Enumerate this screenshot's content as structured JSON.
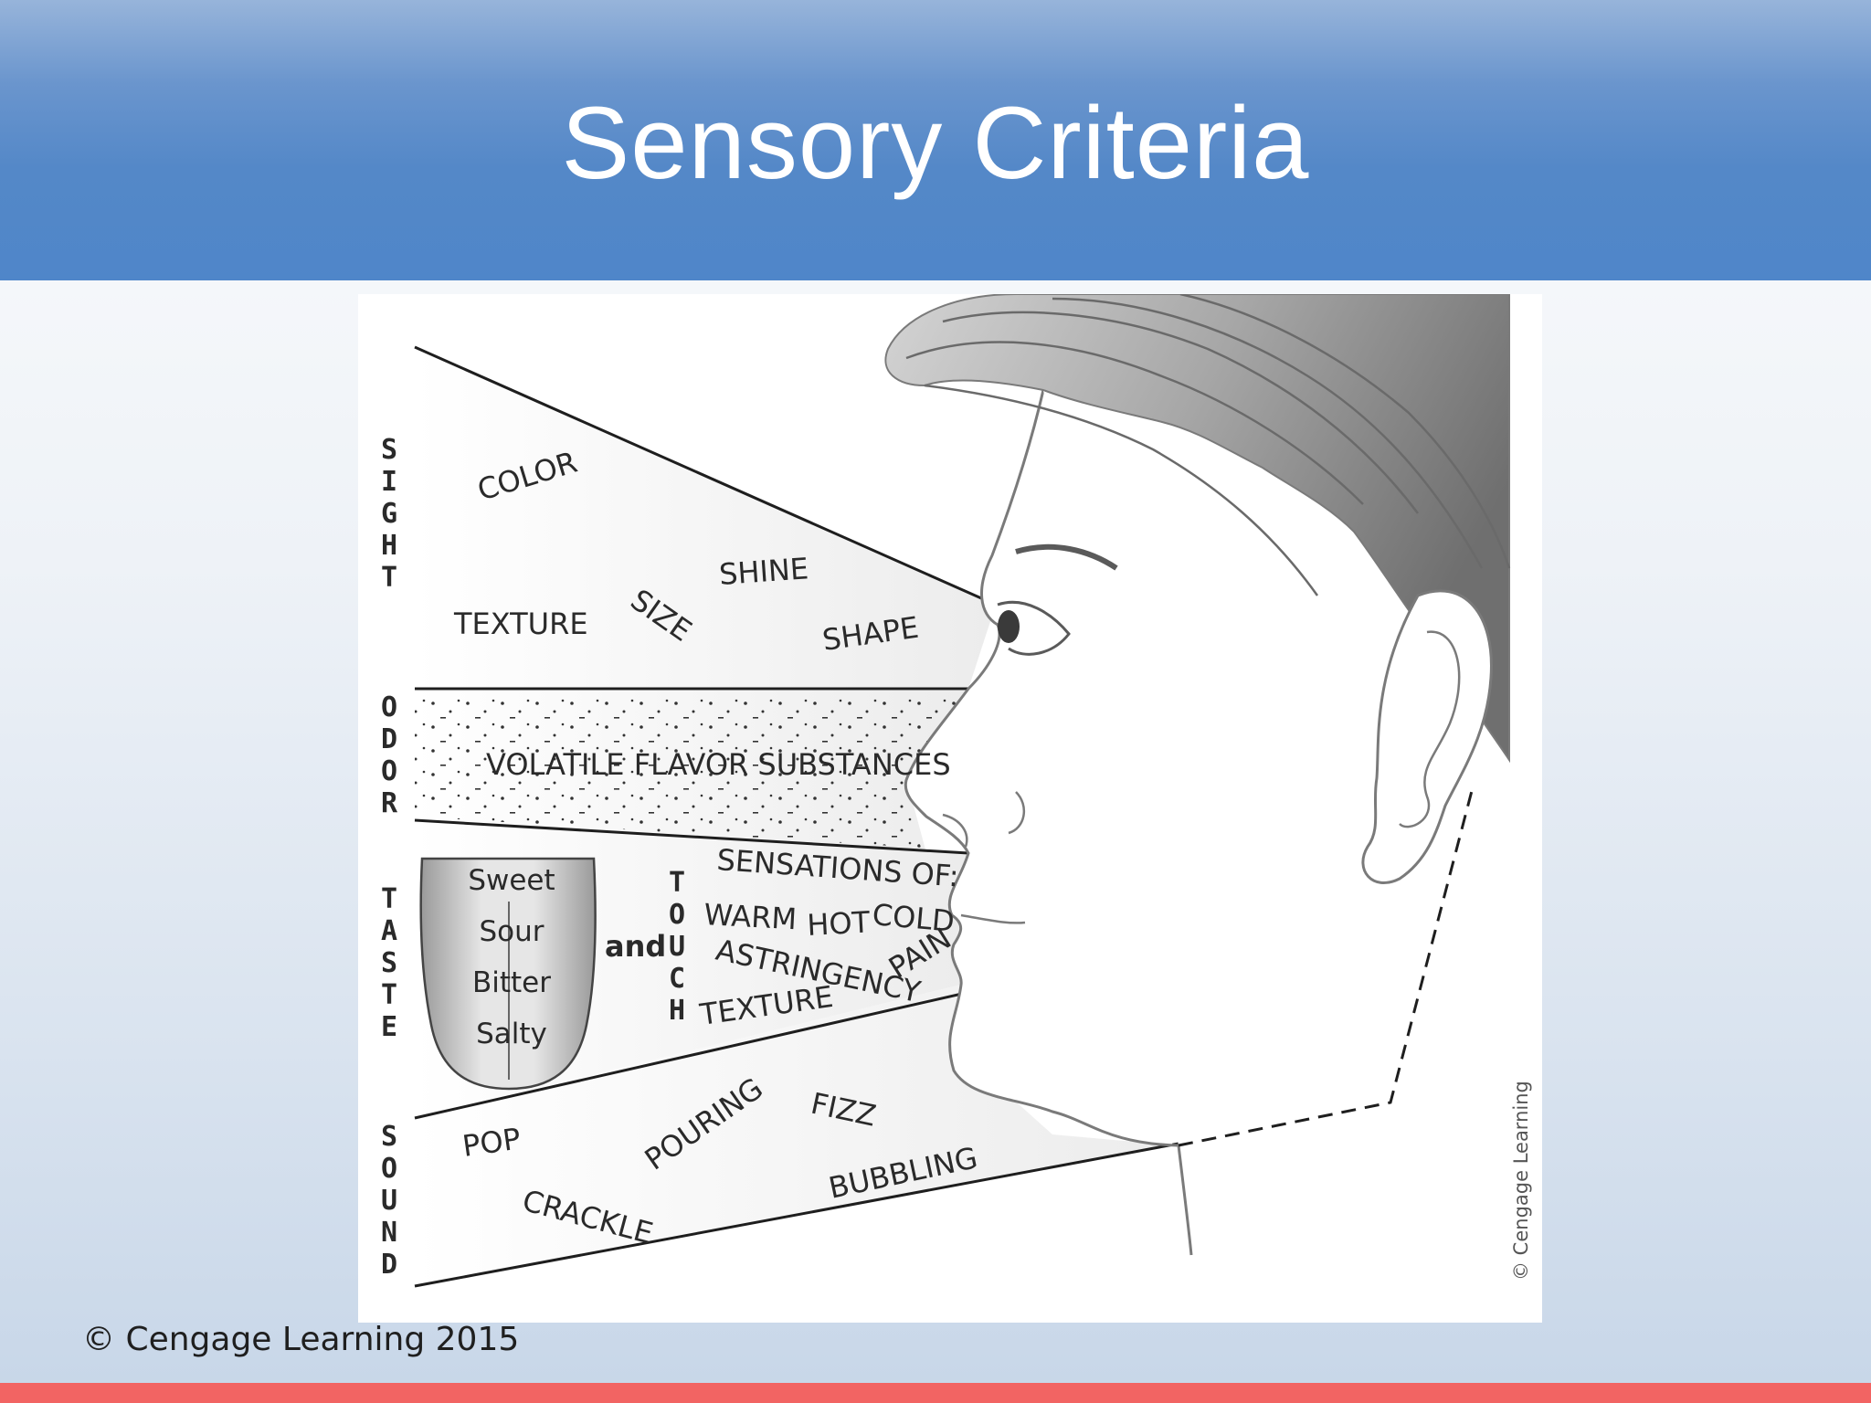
{
  "slide": {
    "title": "Sensory Criteria",
    "copyright": "© Cengage Learning 2015"
  },
  "figure": {
    "credit": "© Cengage Learning",
    "senses": {
      "sight": "SIGHT",
      "odor": "ODOR",
      "taste": "TASTE",
      "touch": "TOUCH",
      "sound": "SOUND"
    },
    "sight_labels": {
      "color": "COLOR",
      "shine": "SHINE",
      "texture": "TEXTURE",
      "size": "SIZE",
      "shape": "SHAPE"
    },
    "odor_label": "VOLATILE FLAVOR SUBSTANCES",
    "tongue": [
      "Sweet",
      "Sour",
      "Bitter",
      "Salty"
    ],
    "and_label": "and",
    "touch_labels": {
      "heading": "SENSATIONS OF:",
      "warm": "WARM",
      "hot": "HOT",
      "cold": "COLD",
      "astringency": "ASTRINGENCY",
      "pain": "PAIN",
      "texture": "TEXTURE"
    },
    "sound_labels": {
      "pop": "POP",
      "crackle": "CRACKLE",
      "pouring": "POURING",
      "fizz": "FIZZ",
      "bubbling": "BUBBLING"
    },
    "colors": {
      "header": "#5488c8",
      "accent_bar": "#f26463",
      "line": "#1e1e1e",
      "hair": "#8a8a8a"
    }
  }
}
